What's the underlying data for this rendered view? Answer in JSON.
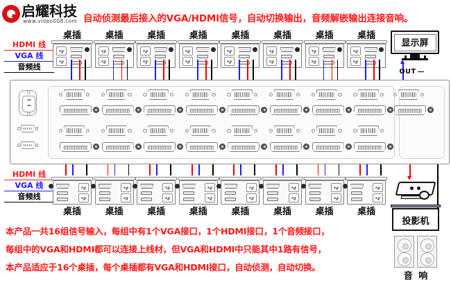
{
  "brand": {
    "name_cn": "启耀科技",
    "url": "www.video008.com",
    "logo_color": "#d8121a"
  },
  "headline": "自动侦测最后接入的VGA/HDMI信号，自动切换输出，音频解嵌输出连接音响。",
  "headline_color": "#ff1a1a",
  "legend": {
    "top": {
      "hdmi": "HDMI 线",
      "vga": "VGA 线",
      "audio": "音频线"
    },
    "bottom": {
      "hdmi": "HDMI 线",
      "vga": "VGA 线",
      "audio": "音频线"
    },
    "colors": {
      "hdmi": "#ff1a1a",
      "vga": "#1a1aff",
      "audio": "#000000"
    }
  },
  "sockets": {
    "label": "桌插",
    "top_count": 8,
    "bottom_count": 8,
    "top_labels": [
      "桌插",
      "桌插",
      "桌插",
      "桌插",
      "桌插",
      "桌插",
      "桌插",
      "桌插"
    ],
    "bottom_labels": [
      "桌插",
      "桌插",
      "桌插",
      "桌插",
      "桌插",
      "桌插",
      "桌插",
      "桌插"
    ]
  },
  "chassis": {
    "input_groups": 8,
    "input_rows": 2,
    "out_label": "OUT",
    "left_ports": [
      "power-inlet",
      "db9-serial",
      "db9-serial"
    ]
  },
  "devices": {
    "monitor": "显示屏",
    "projector_screen": "投影机",
    "speaker": "音 响"
  },
  "notes": [
    "本产品一共16组信号输入，每组中有1个VGA接口，1个HDMI接口，1个音频接口，",
    "每组中的VGA和HDMI都可以连接上线材，但VGA和HDMI中只能其中1路有信号，",
    "本产品适应于16个桌插，每个桌插都有VGA和HDMI接口，自动侦测，自动切换。"
  ],
  "notes_color": "#ff1a1a"
}
